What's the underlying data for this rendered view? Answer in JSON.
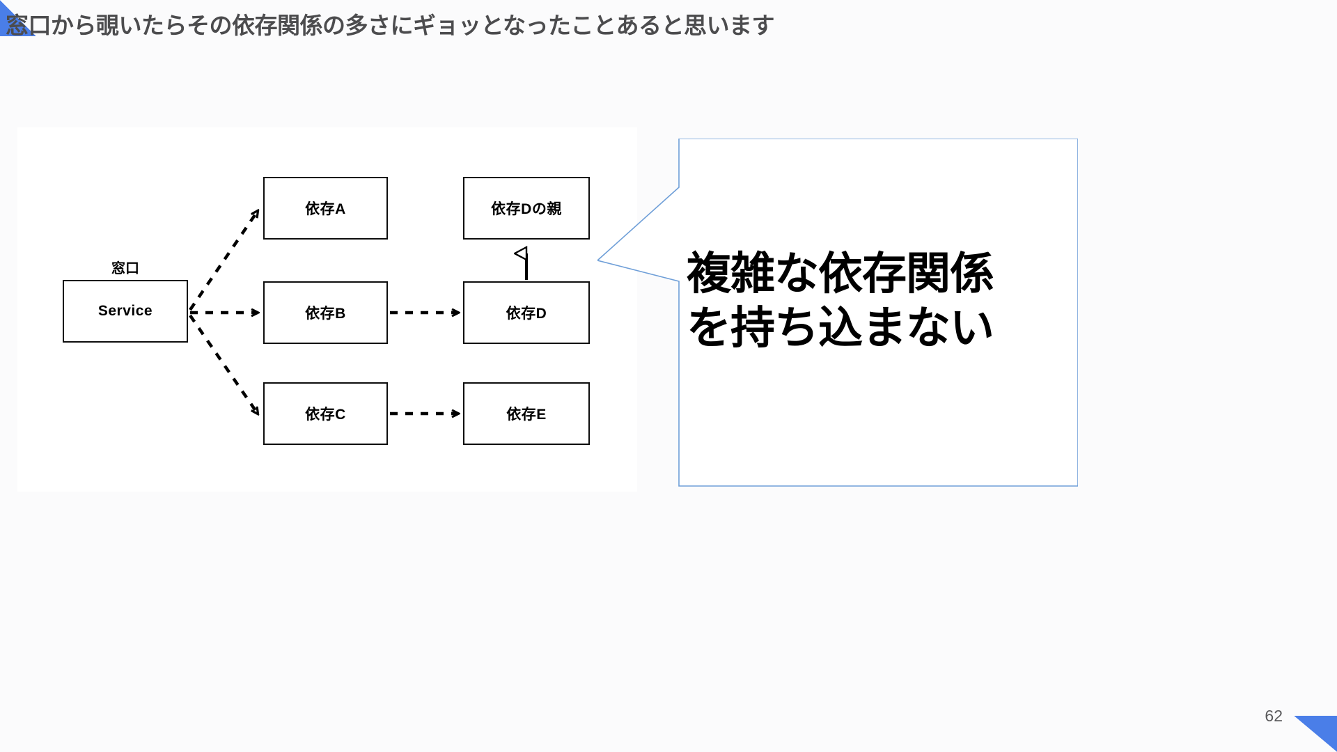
{
  "slide": {
    "title": "窓口から覗いたらその依存関係の多さにギョッとなったことあると思います",
    "page_number": "62",
    "accent_color": "#4a7ee8",
    "title_color": "#4c4c4e",
    "panel_background": "#ffffff",
    "slide_background": "#fbfbfc"
  },
  "diagram": {
    "type": "dependency-graph",
    "caption_above_service": "窓口",
    "nodes": [
      {
        "id": "service",
        "label": "Service",
        "column": 0,
        "row": 1
      },
      {
        "id": "dep_a",
        "label": "依存A",
        "column": 1,
        "row": 0
      },
      {
        "id": "dep_b",
        "label": "依存B",
        "column": 1,
        "row": 1
      },
      {
        "id": "dep_c",
        "label": "依存C",
        "column": 1,
        "row": 2
      },
      {
        "id": "dep_d_parent",
        "label": "依存Dの親",
        "column": 2,
        "row": 0
      },
      {
        "id": "dep_d",
        "label": "依存D",
        "column": 2,
        "row": 1
      },
      {
        "id": "dep_e",
        "label": "依存E",
        "column": 2,
        "row": 2
      }
    ],
    "edges": [
      {
        "from": "service",
        "to": "dep_a",
        "style": "dashed",
        "arrow": "open"
      },
      {
        "from": "service",
        "to": "dep_b",
        "style": "dashed",
        "arrow": "open"
      },
      {
        "from": "service",
        "to": "dep_c",
        "style": "dashed",
        "arrow": "open"
      },
      {
        "from": "dep_b",
        "to": "dep_d",
        "style": "dashed",
        "arrow": "open"
      },
      {
        "from": "dep_c",
        "to": "dep_e",
        "style": "dashed",
        "arrow": "open"
      },
      {
        "from": "dep_d",
        "to": "dep_d_parent",
        "style": "solid",
        "arrow": "hollow-triangle"
      }
    ]
  },
  "callout": {
    "border_color": "#6f9fd8",
    "tail_direction": "left",
    "lines": [
      "複雑な依存関係",
      "を持ち込まない"
    ]
  }
}
